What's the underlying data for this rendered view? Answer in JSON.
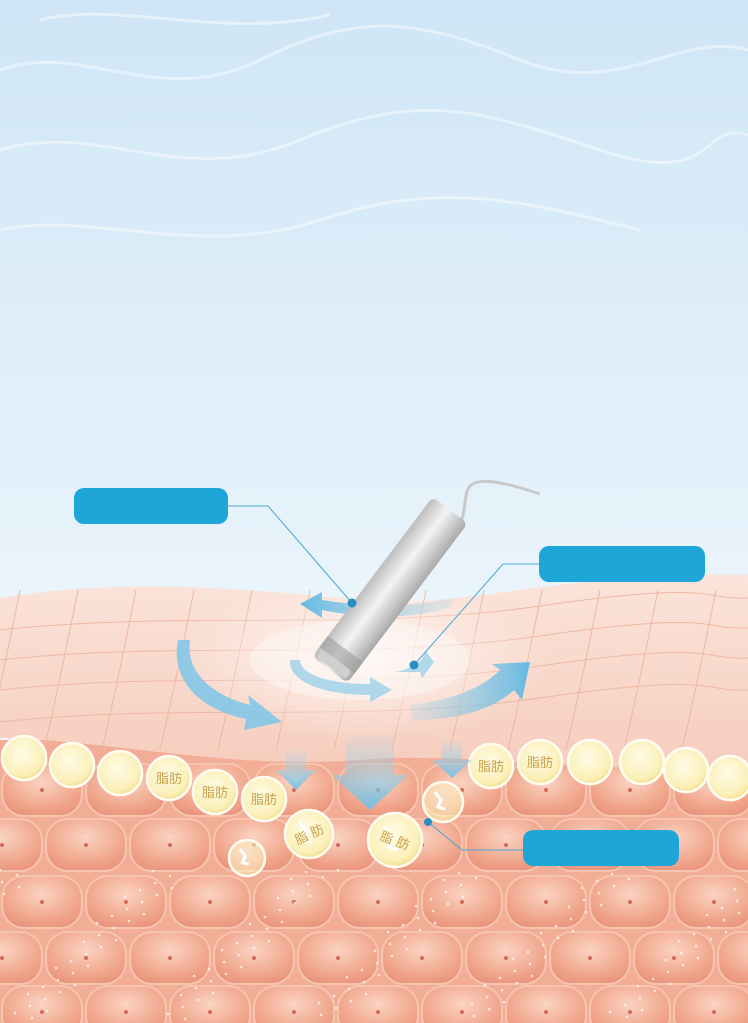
{
  "callouts": {
    "probe": "",
    "vibration": "",
    "fat_breakdown": ""
  },
  "fat_cells": {
    "label_full": "脂肪",
    "label_first": "脂",
    "label_second": "肪"
  },
  "colors": {
    "sky_top": "#cfe6f6",
    "sky_bottom": "#f4f9fd",
    "skin": "#f8d9cc",
    "skin_line": "#eeb8a3",
    "tissue": "#ef9f86",
    "fat": "#fbefb6",
    "fat_text": "#c9a24a",
    "arrow": "#7cc6e8",
    "callout": "#1fa6d8",
    "leader_line": "#4aa8d6"
  }
}
